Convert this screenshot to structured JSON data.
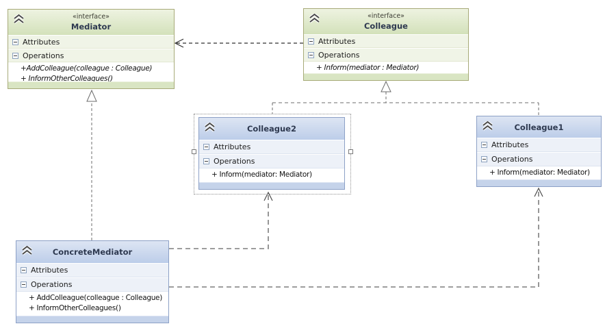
{
  "classes": [
    {
      "name": "Mediator",
      "stereotype": "«interface»",
      "attributes_label": "Attributes",
      "operations_label": "Operations",
      "operations": [
        "+AddColleague(colleague : Colleague)",
        "+ InformOtherColleagues()"
      ]
    },
    {
      "name": "Colleague",
      "stereotype": "«interface»",
      "attributes_label": "Attributes",
      "operations_label": "Operations",
      "operations": [
        "+ Inform(mediator : Mediator)"
      ]
    },
    {
      "name": "Colleague2",
      "attributes_label": "Attributes",
      "operations_label": "Operations",
      "operations": [
        "+ Inform(mediator: Mediator)"
      ],
      "selected": true
    },
    {
      "name": "Colleague1",
      "attributes_label": "Attributes",
      "operations_label": "Operations",
      "operations": [
        "+ Inform(mediator: Mediator)"
      ]
    },
    {
      "name": "ConcreteMediator",
      "attributes_label": "Attributes",
      "operations_label": "Operations",
      "operations": [
        "+ AddColleague(colleague : Colleague)",
        "+ InformOtherColleagues()"
      ]
    }
  ],
  "relationships": [
    {
      "type": "dependency",
      "from": "Colleague",
      "to": "Mediator",
      "line": "dashed",
      "arrow": "open"
    },
    {
      "type": "realization",
      "from": "ConcreteMediator",
      "to": "Mediator",
      "line": "dashed",
      "arrow": "hollow-triangle"
    },
    {
      "type": "realization",
      "from": "Colleague2",
      "to": "Colleague",
      "line": "dashed",
      "arrow": "hollow-triangle"
    },
    {
      "type": "realization",
      "from": "Colleague1",
      "to": "Colleague",
      "line": "dashed",
      "arrow": "hollow-triangle"
    },
    {
      "type": "dependency",
      "from": "ConcreteMediator",
      "to": "Colleague2",
      "line": "dashed",
      "arrow": "open"
    },
    {
      "type": "dependency",
      "from": "ConcreteMediator",
      "to": "Colleague1",
      "line": "dashed",
      "arrow": "open"
    }
  ],
  "colors": {
    "interface_header": "#d8e4bf",
    "interface_border": "#a7aa78",
    "class_header": "#c4d2ea",
    "class_border": "#8ca0c6",
    "selection_frame": "#8f8f8f",
    "connector": "#6b6b6b",
    "background": "#ffffff"
  }
}
